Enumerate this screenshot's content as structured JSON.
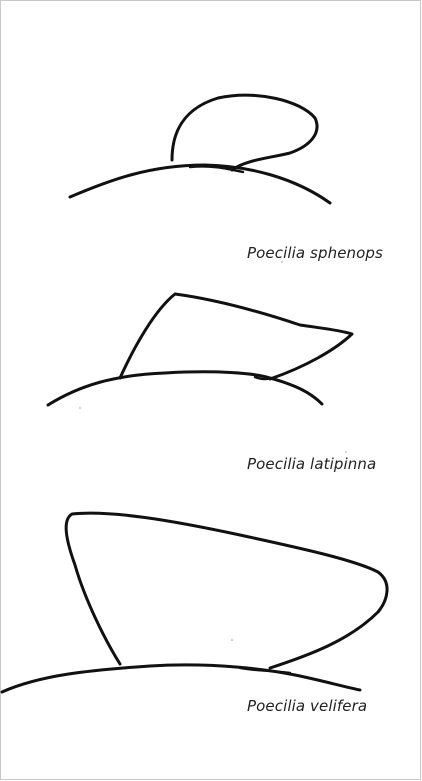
{
  "figure": {
    "panels": [
      {
        "id": "sphenops",
        "species_label": "Poecilia sphenops"
      },
      {
        "id": "latipinna",
        "species_label": "Poecilia latipinna"
      },
      {
        "id": "velifera",
        "species_label": "Poecilia velifera"
      }
    ],
    "colors": {
      "ink": "#111111",
      "background": "#ffffff",
      "frame": "#c9c9c9"
    }
  }
}
